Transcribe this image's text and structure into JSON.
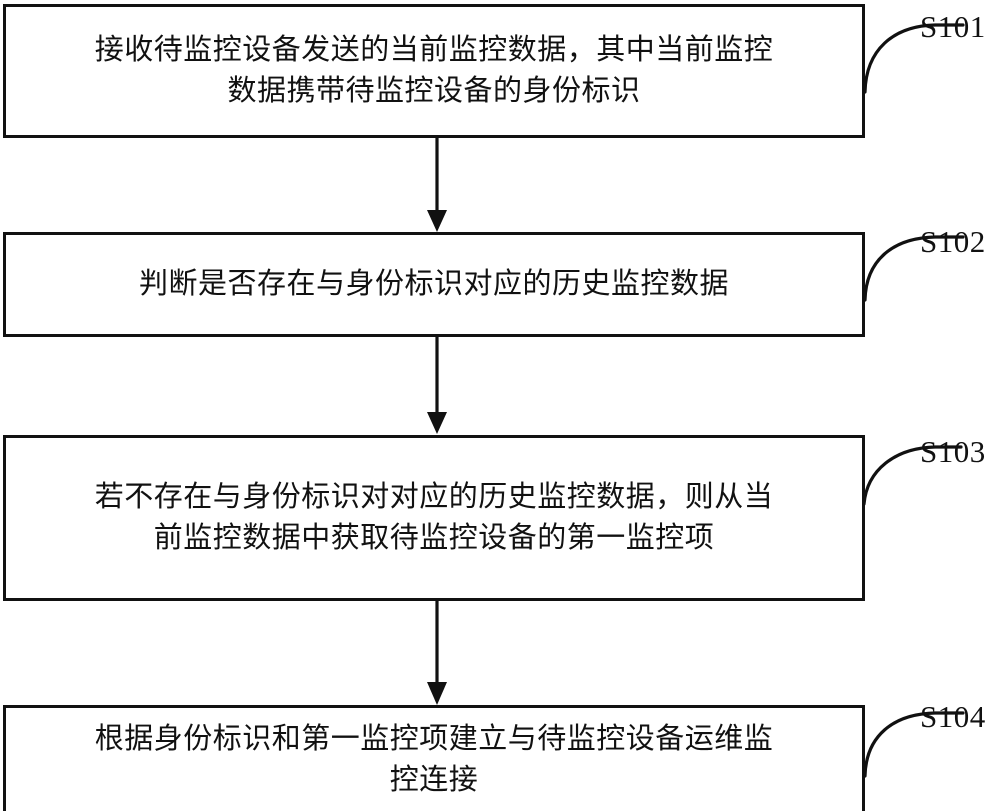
{
  "diagram": {
    "type": "flowchart",
    "orientation": "vertical",
    "title": "",
    "line_color": "#111111",
    "background_color": "#ffffff",
    "steps": [
      {
        "id": "S101",
        "label": "S101",
        "text": "接收待监控设备发送的当前监控数据，其中当前监控\n数据携带待监控设备的身份标识",
        "lines": [
          "接收待监控设备发送的当前监控数据，其中当前监控",
          "数据携带待监控设备的身份标识"
        ]
      },
      {
        "id": "S102",
        "label": "S102",
        "text": "判断是否存在与身份标识对应的历史监控数据",
        "lines": [
          "判断是否存在与身份标识对应的历史监控数据"
        ]
      },
      {
        "id": "S103",
        "label": "S103",
        "text": "若不存在与身份标识对对应的历史监控数据，则从当\n前监控数据中获取待监控设备的第一监控项",
        "lines": [
          "若不存在与身份标识对对应的历史监控数据，则从当",
          "前监控数据中获取待监控设备的第一监控项"
        ]
      },
      {
        "id": "S104",
        "label": "S104",
        "text": "根据身份标识和第一监控项建立与待监控设备运维监\n控连接",
        "lines": [
          "根据身份标识和第一监控项建立与待监控设备运维监",
          "控连接"
        ]
      }
    ],
    "connectors": [
      {
        "from": "S101",
        "to": "S102",
        "style": "solid-line-filled-arrow"
      },
      {
        "from": "S102",
        "to": "S103",
        "style": "solid-line-filled-arrow"
      },
      {
        "from": "S103",
        "to": "S104",
        "style": "solid-line-filled-arrow"
      }
    ]
  }
}
